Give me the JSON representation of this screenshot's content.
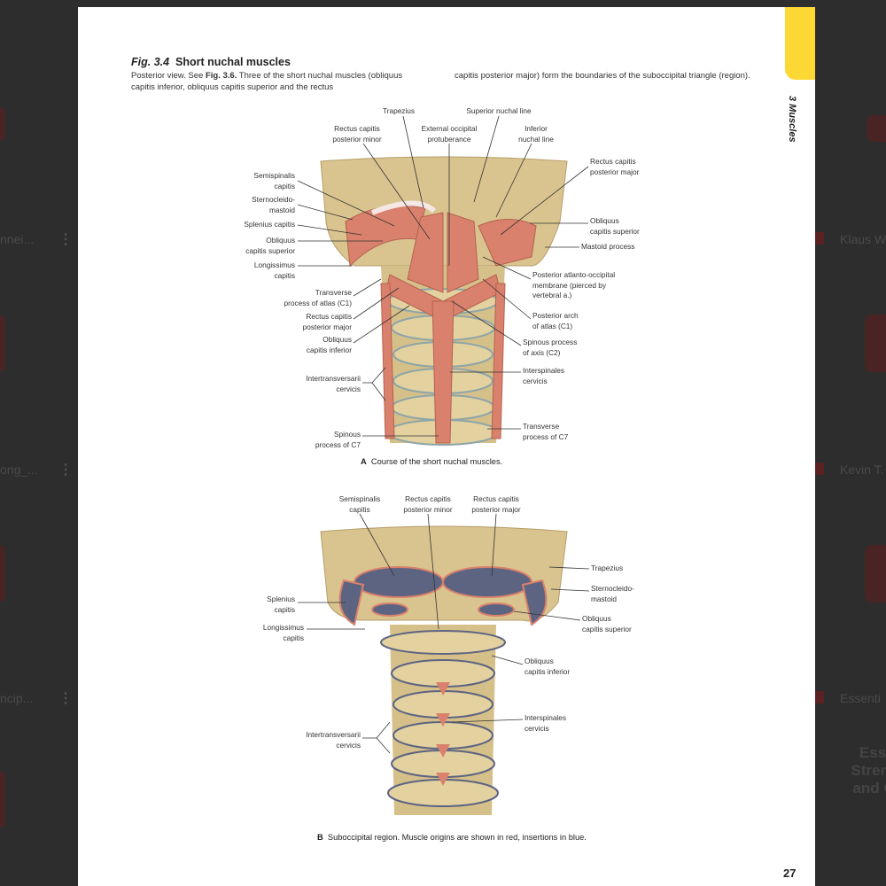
{
  "background": {
    "left_items": [
      {
        "label": "nnei..."
      },
      {
        "label": "ong_..."
      },
      {
        "label": "ncip..."
      }
    ],
    "right_items": [
      {
        "label": "Klaus W"
      },
      {
        "label": "Kevin T."
      },
      {
        "label": "Essenti"
      }
    ],
    "right_thumb_text": [
      "Essen",
      "Strengt",
      "and Co"
    ]
  },
  "page": {
    "side_tab": "3 Muscles",
    "fig_number": "Fig. 3.4",
    "fig_title": "Short nuchal muscles",
    "intro_a": "Posterior view. See ",
    "intro_ref": "Fig. 3.6.",
    "intro_b": " Three of the short nuchal muscles (obliquus capitis inferior, obliquus capitis superior and the rectus",
    "intro_c": "capitis posterior major) form the boundaries of the suboccipital triangle (region).",
    "page_number": "27"
  },
  "figA": {
    "labels": {
      "trapezius": "Trapezius",
      "superior_nuchal": "Superior nuchal line",
      "rcp_minor": "Rectus capitis\nposterior minor",
      "ext_occ": "External occipital\nprotuberance",
      "inferior_nuchal": "Inferior\nnuchal line",
      "rcp_major_r": "Rectus capitis\nposterior major",
      "semispinalis": "Semispinalis\ncapitis",
      "scm": "Sternocleido-\nmastoid",
      "splenius": "Splenius capitis",
      "obl_sup_l": "Obliquus\ncapitis superior",
      "longissimus": "Longissimus\ncapitis",
      "tp_atlas": "Transverse\nprocess of atlas (C1)",
      "rcp_major_l": "Rectus capitis\nposterior major",
      "obl_inf": "Obliquus\ncapitis inferior",
      "intertrans": "Intertransversarii\ncervicis",
      "sp_c7": "Spinous\nprocess of C7",
      "obl_sup_r": "Obliquus\ncapitis superior",
      "mastoid": "Mastoid process",
      "atlanto_occ": "Posterior atlanto-occipital\nmembrane (pierced by\nvertebral a.)",
      "post_arch": "Posterior arch\nof atlas (C1)",
      "sp_axis": "Spinous process\nof axis (C2)",
      "interspinales": "Interspinales\ncervicis",
      "tp_c7": "Transverse\nprocess of C7"
    },
    "caption_letter": "A",
    "caption": "Course of the short nuchal muscles."
  },
  "figB": {
    "labels": {
      "semispinalis": "Semispinalis\ncapitis",
      "rcp_minor": "Rectus capitis\nposterior minor",
      "rcp_major": "Rectus capitis\nposterior major",
      "trapezius": "Trapezius",
      "scm": "Sternocleido-\nmastoid",
      "obl_sup": "Obliquus\ncapitis superior",
      "obl_inf": "Obliquus\ncapitis inferior",
      "interspinales": "Interspinales\ncervicis",
      "splenius": "Splenius\ncapitis",
      "longissimus": "Longissimus\ncapitis",
      "intertrans": "Intertransversarii\ncervicis"
    },
    "caption_letter": "B",
    "caption": "Suboccipital region. Muscle origins are shown in red, insertions in blue."
  },
  "colors": {
    "bone": "#d9c48f",
    "muscle": "#d9816c",
    "insertion": "#5d6482",
    "tab": "#fdd835"
  }
}
